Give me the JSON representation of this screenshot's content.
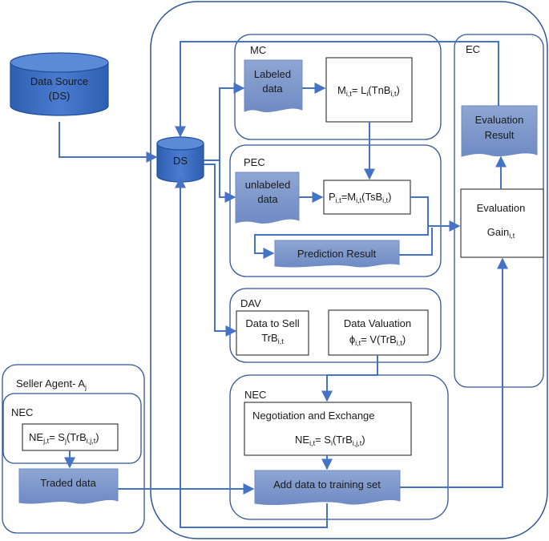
{
  "data_source": {
    "line1": "Data Source",
    "line2": "(DS)"
  },
  "ds_label": "DS",
  "mc": {
    "title": "MC",
    "labeled_line1": "Labeled",
    "labeled_line2": "data",
    "formula": {
      "main": "M",
      "sub": "i,t",
      "eq": "= L",
      "sub2": "i",
      "paren": "(TnB",
      "sub3": "i,t",
      "close": ")"
    }
  },
  "pec": {
    "title": "PEC",
    "unlabeled_line1": "unlabeled",
    "unlabeled_line2": "data",
    "formula": {
      "main": "P",
      "sub": "i,t",
      "eq": "=M",
      "sub2": "i,t",
      "paren": "(TsB",
      "sub3": "i,t",
      "close": ")"
    },
    "prediction": "Prediction Result"
  },
  "dav": {
    "title": "DAV",
    "sell_line1": "Data to Sell",
    "sell_main": "TrB",
    "sell_sub": "i,t",
    "valuation_line1": "Data Valuation",
    "val_main": "ϕ",
    "val_sub": "i,t",
    "val_eq": "= V(TrB",
    "val_sub2": "i,t",
    "val_close": ")"
  },
  "nec": {
    "title": "NEC",
    "negotiation": "Negotiation and Exchange",
    "formula": {
      "main": "NE",
      "sub": "i,t",
      "eq": "= S",
      "sub2": "i",
      "paren": "(TrB",
      "sub3": "i,j,t",
      "close": ")"
    },
    "add_data": "Add data to training set"
  },
  "ec": {
    "title": "EC",
    "eval_result_line1": "Evaluation",
    "eval_result_line2": "Result",
    "evaluation": "Evaluation",
    "gain_main": "Gain",
    "gain_sub": "i,t"
  },
  "seller": {
    "title_main": "Seller Agent- A",
    "title_sub": "j",
    "nec_title": "NEC",
    "formula": {
      "main": "NE",
      "sub": "j,t",
      "eq": "= S",
      "sub2": "j",
      "paren": "(TrB",
      "sub3": "i,j,t",
      "close": ")"
    },
    "traded": "Traded data"
  },
  "colors": {
    "blue_fill": "#4472c4",
    "doc_fill": "#7e97c9",
    "stroke": "#2f5597",
    "arrow": "#4472c4",
    "cyl_dark": "#1f4e9a"
  }
}
